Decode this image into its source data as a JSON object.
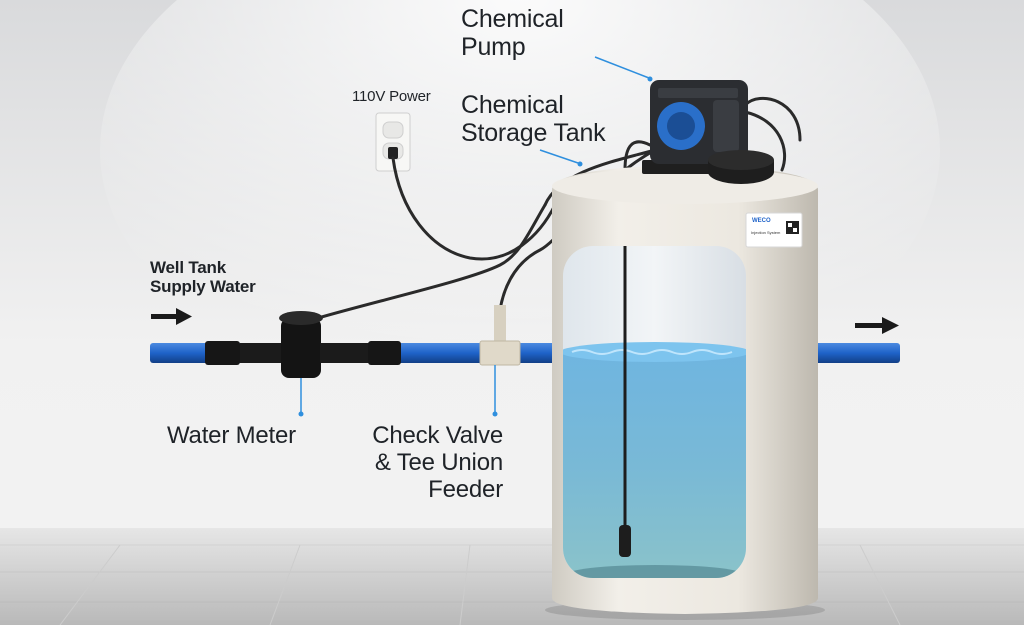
{
  "labels": {
    "chemical_pump": [
      "Chemical",
      "Pump"
    ],
    "power": "110V Power",
    "storage_tank": [
      "Chemical",
      "Storage Tank"
    ],
    "supply": [
      "Well Tank",
      "Supply Water"
    ],
    "water_meter": "Water Meter",
    "check_valve": [
      "Check Valve",
      "& Tee Union",
      "Feeder"
    ]
  },
  "decal": {
    "brand": "WECO",
    "title": "Injection System"
  },
  "colors": {
    "pipe": "#1f63c9",
    "tank_body": "#ece9e2",
    "water": "#6ab1dc",
    "callout": "#2f8fde",
    "text": "#1f2328"
  }
}
